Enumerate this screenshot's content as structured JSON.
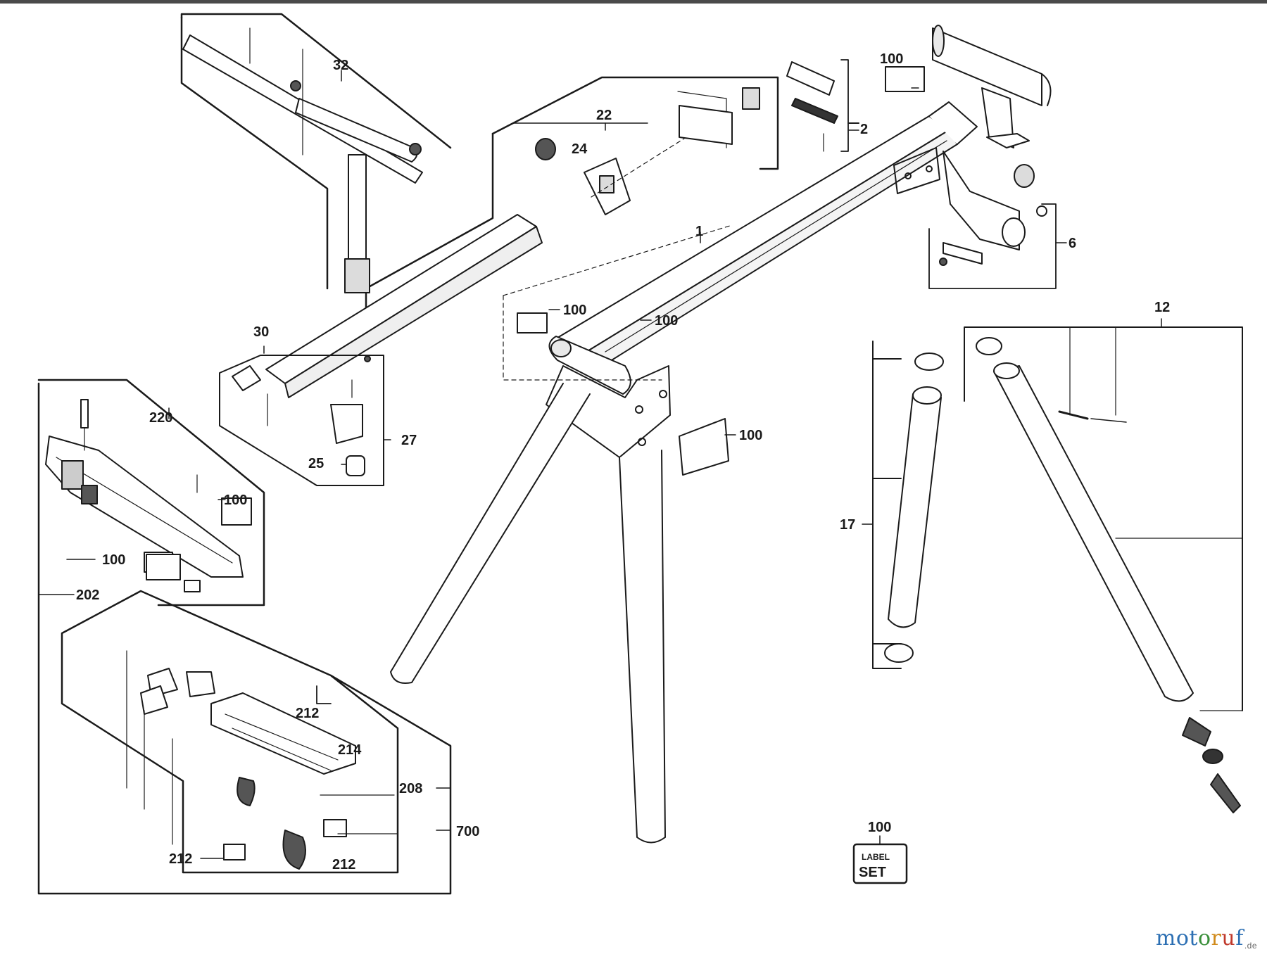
{
  "callouts": [
    {
      "id": "1",
      "text": "1"
    },
    {
      "id": "2",
      "text": "2"
    },
    {
      "id": "6",
      "text": "6"
    },
    {
      "id": "12",
      "text": "12"
    },
    {
      "id": "17",
      "text": "17"
    },
    {
      "id": "22",
      "text": "22"
    },
    {
      "id": "24",
      "text": "24"
    },
    {
      "id": "25",
      "text": "25"
    },
    {
      "id": "27",
      "text": "27"
    },
    {
      "id": "30",
      "text": "30"
    },
    {
      "id": "32",
      "text": "32"
    },
    {
      "id": "100a",
      "text": "100"
    },
    {
      "id": "100b",
      "text": "100"
    },
    {
      "id": "100c",
      "text": "100"
    },
    {
      "id": "100d",
      "text": "100"
    },
    {
      "id": "100e",
      "text": "100"
    },
    {
      "id": "100f",
      "text": "100"
    },
    {
      "id": "100g",
      "text": "100"
    },
    {
      "id": "202",
      "text": "202"
    },
    {
      "id": "208",
      "text": "208"
    },
    {
      "id": "212a",
      "text": "212"
    },
    {
      "id": "212b",
      "text": "212"
    },
    {
      "id": "212c",
      "text": "212"
    },
    {
      "id": "214",
      "text": "214"
    },
    {
      "id": "220",
      "text": "220"
    },
    {
      "id": "700",
      "text": "700"
    }
  ],
  "label_set": {
    "line1": "LABEL",
    "line2": "SET"
  },
  "watermark": {
    "letters": [
      {
        "ch": "m",
        "color": "#2c6fb3"
      },
      {
        "ch": "o",
        "color": "#2c6fb3"
      },
      {
        "ch": "t",
        "color": "#2c6fb3"
      },
      {
        "ch": "o",
        "color": "#3a8f3a"
      },
      {
        "ch": "r",
        "color": "#d08a1a"
      },
      {
        "ch": "u",
        "color": "#c0392b"
      },
      {
        "ch": "f",
        "color": "#2c6fb3"
      }
    ],
    "suffix": ".de"
  }
}
